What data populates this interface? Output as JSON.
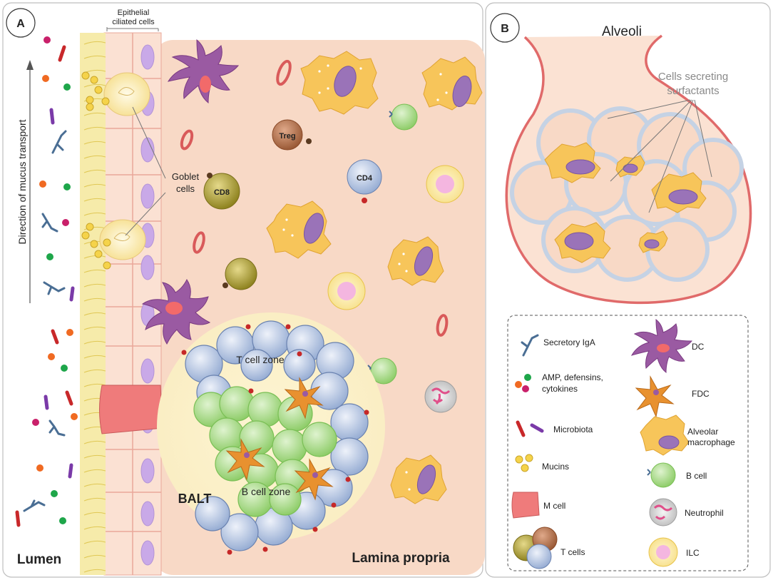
{
  "panel_a": {
    "badge": "A",
    "epithelial_label_1": "Epithelial",
    "epithelial_label_2": "ciliated cells",
    "goblet_label_1": "Goblet",
    "goblet_label_2": "cells",
    "mucus_direction": "Direction of mucus transport",
    "lumen": "Lumen",
    "lamina_propria": "Lamina propria",
    "balt": "BALT",
    "t_cell_zone": "T cell zone",
    "b_cell_zone": "B cell zone",
    "treg": "Treg",
    "cd8": "CD8",
    "cd4": "CD4"
  },
  "panel_b": {
    "badge": "B",
    "title": "Alveoli",
    "surfactant_label_1": "Cells secreting",
    "surfactant_label_2": "surfactants"
  },
  "legend": {
    "secretory_iga": "Secretory IgA",
    "amp_1": "AMP,  defensins,",
    "amp_2": "cytokines",
    "microbiota": "Microbiota",
    "mucins": "Mucins",
    "m_cell": "M cell",
    "t_cells": "T cells",
    "dc": "DC",
    "fdc": "FDC",
    "alveolar_1": "Alveolar",
    "alveolar_2": "macrophage",
    "b_cell": "B cell",
    "neutrophil": "Neutrophil",
    "ilc": "ILC"
  },
  "colors": {
    "lamina": "#f8d9c6",
    "epithelium": "#fbe3d6",
    "cilia": "#f3e28a",
    "alveolar_wall": "#e06a6a",
    "t_cell": "#9fb2d6",
    "b_cell": "#9fd67c",
    "macrophage": "#f7c55a",
    "dc": "#9a5aa2",
    "fdc": "#e8912f"
  }
}
